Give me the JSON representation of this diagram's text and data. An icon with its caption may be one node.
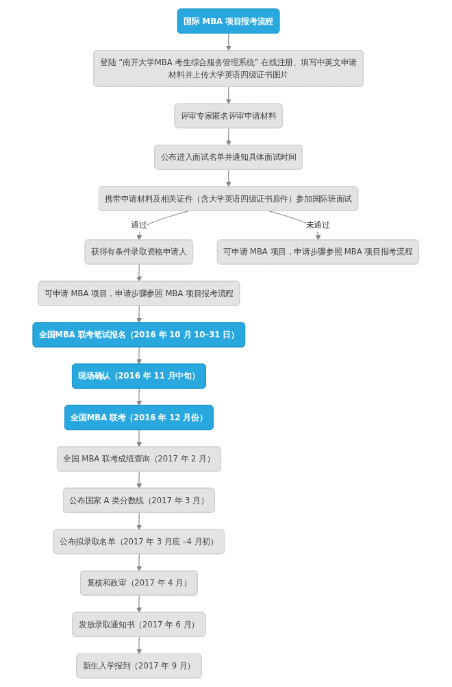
{
  "diagram": {
    "nodes": [
      {
        "text": [
          "国际 MBA 项目报考流程"
        ]
      },
      {
        "text": [
          "登陆 “南开大学MBA 考生综合服务管理系统” 在线注册、填写中英文申请材料并上传大学英语四级证书图片"
        ]
      },
      {
        "text": [
          "评审专家匿名评审申请材料"
        ]
      },
      {
        "text": [
          "公布进入面试名单并通知具体面试时间"
        ]
      },
      {
        "text": [
          "携带申请材料及相关证件（含大学英语四级证书原件）参加国际班面试"
        ]
      },
      {
        "text": [
          "获得有条件录取资格申请人"
        ]
      },
      {
        "text": [
          "可申请 MBA 项目，申请步骤参照 MBA 项目报考流程"
        ]
      },
      {
        "text": [
          "可申请 MBA 项目，申请步骤参照 MBA 项目报考流程"
        ]
      },
      {
        "text": [
          "全国MBA 联考笔试报名（2016 年 10 月 10–31 日）"
        ]
      },
      {
        "text": [
          "现场确认（2016 年 11 月中旬）"
        ]
      },
      {
        "text": [
          "全国MBA 联考（2016 年 12 月份）"
        ]
      },
      {
        "text": [
          "全国 MBA 联考成绩查询（2017 年 2 月）"
        ]
      },
      {
        "text": [
          "公布国家 A 类分数线（2017 年 3 月）"
        ]
      },
      {
        "text": [
          "公布拟录取名单（2017 年 3 月底 –4 月初）"
        ]
      },
      {
        "text": [
          "复核和政审（2017 年 4 月）"
        ]
      },
      {
        "text": [
          "发放录取通知书（2017 年 6 月）"
        ]
      },
      {
        "text": [
          "新生入学报到（2017 年 9 月）"
        ]
      }
    ],
    "edges": [
      {
        "from": 0,
        "to": 1,
        "arrow": "to"
      },
      {
        "from": 1,
        "to": 2,
        "arrow": "to"
      },
      {
        "from": 2,
        "to": 3,
        "arrow": "to"
      },
      {
        "from": 3,
        "to": 4,
        "arrow": "to"
      },
      {
        "from": 4,
        "to": 5,
        "arrow": "to",
        "label": "通过"
      },
      {
        "from": 4,
        "to": 6,
        "arrow": "to",
        "label": "未通过"
      },
      {
        "from": 5,
        "to": 7,
        "arrow": "to"
      },
      {
        "from": 7,
        "to": 8,
        "arrow": "to"
      },
      {
        "from": 8,
        "to": 9,
        "arrow": "to"
      },
      {
        "from": 9,
        "to": 10,
        "arrow": "to"
      },
      {
        "from": 10,
        "to": 11,
        "arrow": "to"
      },
      {
        "from": 11,
        "to": 12,
        "arrow": "to"
      },
      {
        "from": 12,
        "to": 13,
        "arrow": "to"
      },
      {
        "from": 13,
        "to": 14,
        "arrow": "to"
      },
      {
        "from": 14,
        "to": 15,
        "arrow": "to"
      },
      {
        "from": 15,
        "to": 16,
        "arrow": "to"
      }
    ]
  }
}
